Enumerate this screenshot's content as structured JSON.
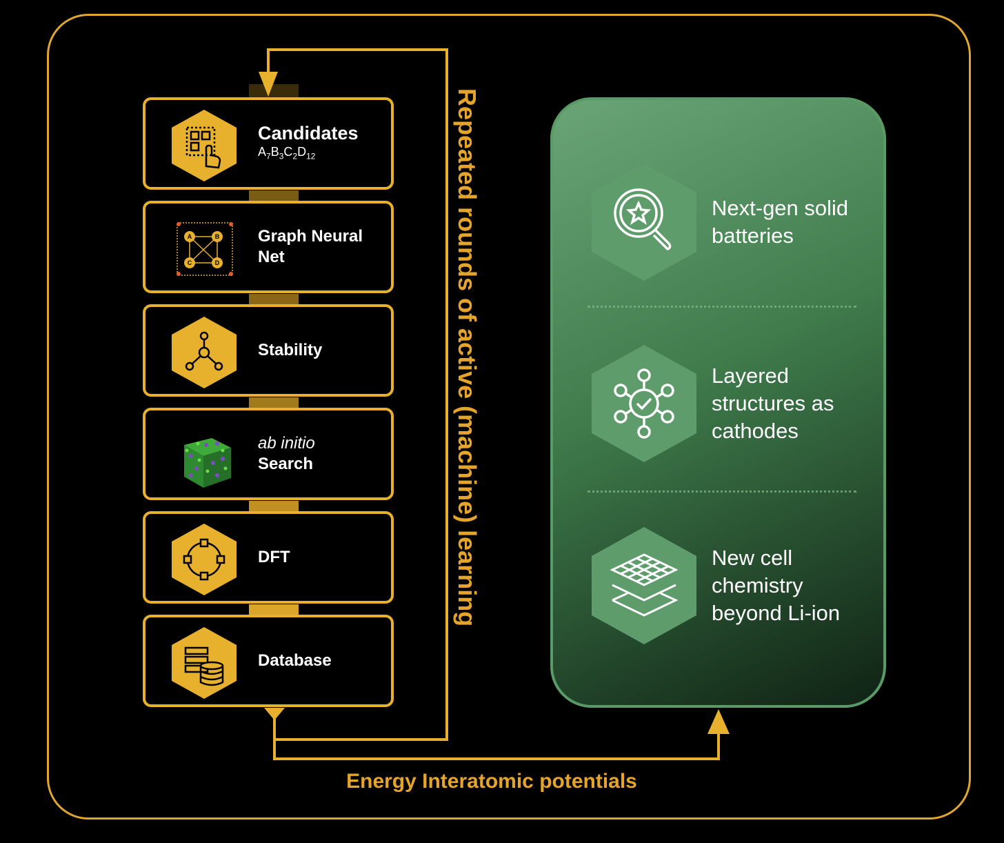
{
  "steps": [
    {
      "title": "Candidates",
      "formula": {
        "A": "A",
        "a": "7",
        "B": "B",
        "b": "3",
        "C": "C",
        "c": "2",
        "D": "D",
        "d": "12"
      },
      "icon": "select-grid-hand-icon"
    },
    {
      "title_line1": "Graph Neural",
      "title_line2": "Net",
      "icon": "graph-network-abcd-icon",
      "node_labels": [
        "A",
        "B",
        "C",
        "D"
      ]
    },
    {
      "title": "Stability",
      "icon": "molecule-icon"
    },
    {
      "title_italic": "ab initio",
      "title": "Search",
      "icon": "crystal-lattice-icon"
    },
    {
      "title": "DFT",
      "icon": "cycle-nodes-icon"
    },
    {
      "title": "Database",
      "icon": "server-database-icon"
    }
  ],
  "loop_label": "Repeated rounds of active (machine) learning",
  "output_label": "Energy Interatomic potentials",
  "outcomes": [
    {
      "line1": "Next-gen solid",
      "line2": "batteries",
      "icon": "magnifier-star-icon"
    },
    {
      "line1": "Layered",
      "line2": "structures as",
      "line3": "cathodes",
      "icon": "network-check-icon"
    },
    {
      "line1": "New cell",
      "line2": "chemistry",
      "line3": "beyond Li-ion",
      "icon": "layers-grid-icon"
    }
  ],
  "colors": {
    "accent": "#e7b02d",
    "panel_green": "#5a9a66",
    "background": "#000000"
  }
}
